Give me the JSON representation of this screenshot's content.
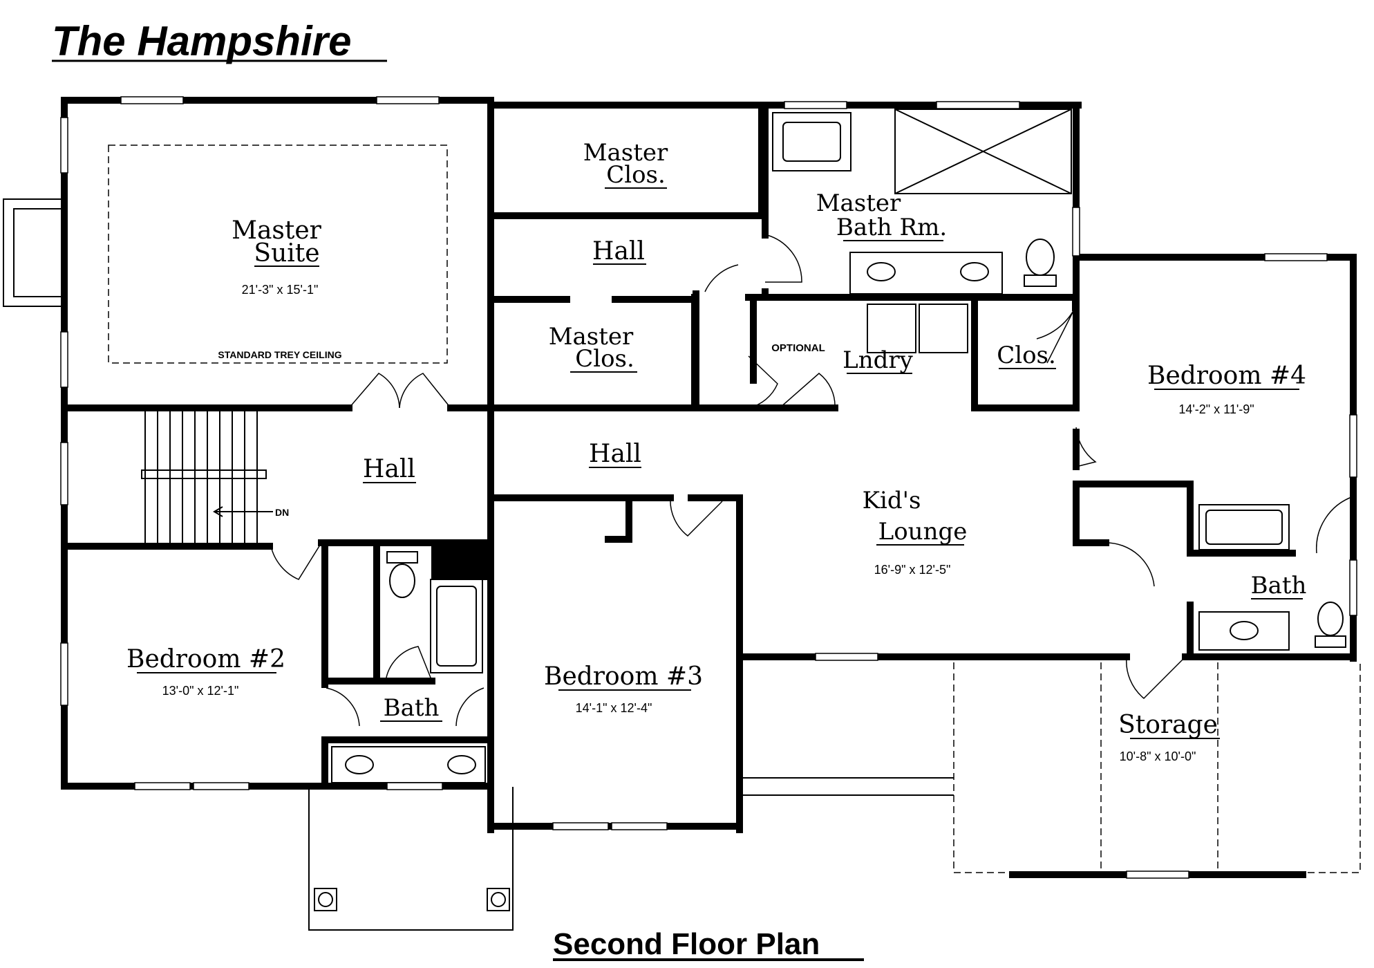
{
  "title": "The Hampshire",
  "caption": "Second Floor Plan",
  "rooms": {
    "master_suite": {
      "line1": "Master",
      "line2": "Suite",
      "dims": "21'-3\" x 15'-1\"",
      "note": "STANDARD TREY CEILING"
    },
    "master_clos_top": {
      "line1": "Master",
      "line2": "Clos."
    },
    "master_clos_bottom": {
      "line1": "Master",
      "line2": "Clos."
    },
    "hall_upper": {
      "label": "Hall"
    },
    "hall_left": {
      "label": "Hall"
    },
    "hall_center": {
      "label": "Hall"
    },
    "master_bath": {
      "line1": "Master",
      "line2": "Bath Rm."
    },
    "laundry": {
      "label": "Lndry",
      "note": "OPTIONAL"
    },
    "closet": {
      "label": "Clos."
    },
    "bedroom4": {
      "label": "Bedroom #4",
      "dims": "14'-2\" x 11'-9\""
    },
    "kids_lounge": {
      "line1": "Kid's",
      "line2": "Lounge",
      "dims": "16'-9\" x 12'-5\""
    },
    "bath_right": {
      "label": "Bath"
    },
    "bedroom2": {
      "label": "Bedroom #2",
      "dims": "13'-0\" x 12'-1\""
    },
    "bath_left": {
      "label": "Bath"
    },
    "bedroom3": {
      "label": "Bedroom #3",
      "dims": "14'-1\" x 12'-4\""
    },
    "storage": {
      "label": "Storage",
      "dims": "10'-8\" x 10'-0\""
    }
  },
  "stairs": {
    "label": "DN"
  }
}
